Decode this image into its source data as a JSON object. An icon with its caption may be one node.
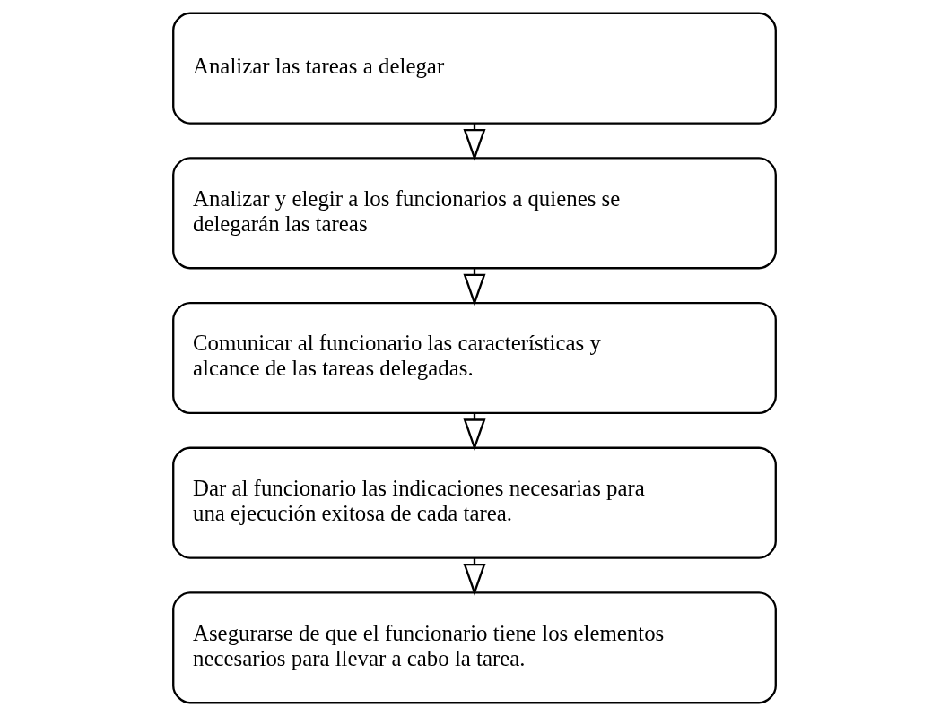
{
  "diagram": {
    "nodes": [
      {
        "text": [
          "Analizar las tareas a delegar"
        ]
      },
      {
        "text": [
          "Analizar y elegir a los funcionarios a quienes se delegarán las tareas"
        ]
      },
      {
        "text": [
          "Comunicar al funcionario las características y alcance de las tareas delegadas."
        ]
      },
      {
        "text": [
          "Dar al funcionario las indicaciones necesarias para una ejecución exitosa de cada tarea."
        ]
      },
      {
        "text": [
          "Asegurarse de que el funcionario tiene los elementos necesarios para llevar a cabo la tarea."
        ]
      }
    ],
    "edges": [
      {
        "from": 0,
        "to": 1,
        "arrow": "to"
      },
      {
        "from": 1,
        "to": 2,
        "arrow": "to"
      },
      {
        "from": 2,
        "to": 3,
        "arrow": "to"
      },
      {
        "from": 3,
        "to": 4,
        "arrow": "to"
      }
    ]
  }
}
